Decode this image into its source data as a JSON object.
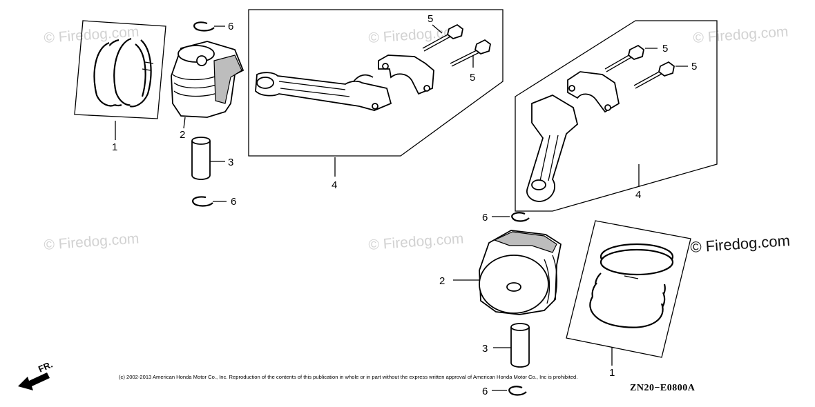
{
  "watermark": {
    "text": "© Firedog.com"
  },
  "callouts": {
    "rings": "1",
    "piston": "2",
    "pin": "3",
    "rod": "4",
    "bolt": "5",
    "clip": "6"
  },
  "footer": {
    "copyright": "(c) 2002-2013 American Honda Motor Co., Inc. Reproduction of the contents of this publication in whole or in part without the express written approval of American Honda Motor Co., Inc is prohibited.",
    "diagram_code": "ZN20−E0800A",
    "direction_label": "FR."
  }
}
